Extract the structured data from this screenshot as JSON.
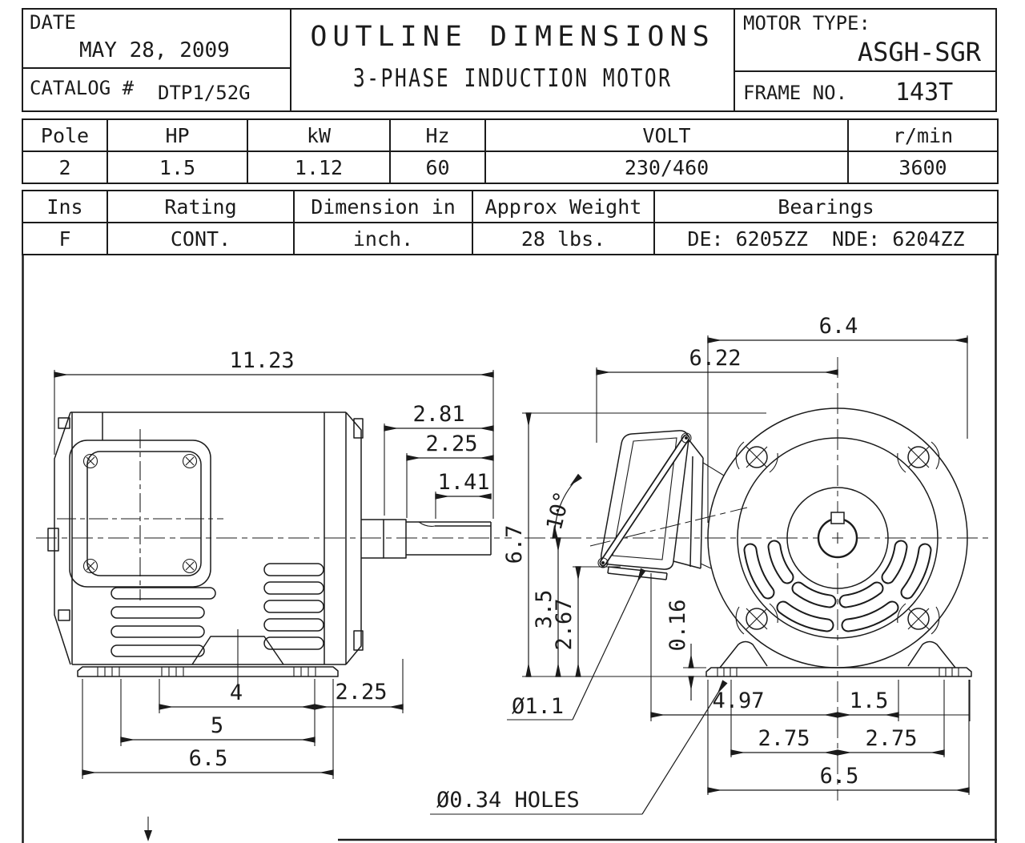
{
  "title_block": {
    "date_label": "DATE",
    "date_value": "MAY 28, 2009",
    "catalog_label": "CATALOG #",
    "catalog_value": "DTP1/52G",
    "main_title": "OUTLINE DIMENSIONS",
    "subtitle": "3-PHASE INDUCTION MOTOR",
    "motor_type_label": "MOTOR TYPE:",
    "motor_type_value": "ASGH-SGR",
    "frame_label": "FRAME NO.",
    "frame_value": "143T"
  },
  "spec_table_1": {
    "headers": [
      "Pole",
      "HP",
      "kW",
      "Hz",
      "VOLT",
      "r/min"
    ],
    "values": [
      "2",
      "1.5",
      "1.12",
      "60",
      "230/460",
      "3600"
    ]
  },
  "spec_table_2": {
    "headers": [
      "Ins",
      "Rating",
      "Dimension in",
      "Approx Weight",
      "Bearings"
    ],
    "values": [
      "F",
      "CONT.",
      "inch.",
      "28 lbs.",
      "DE: 6205ZZ  NDE: 6204ZZ"
    ]
  },
  "side_view": {
    "dims": {
      "overall_length": "11.23",
      "shaft_total": "2.81",
      "shaft_ext": "2.25",
      "key_length": "1.41",
      "foot_hole_span": "4",
      "foot_span": "5",
      "base_length": "6.5",
      "rear_overhang": "2.25"
    }
  },
  "end_view": {
    "dims": {
      "overall_width": "6.4",
      "box_to_center": "6.22",
      "overall_height": "6.7",
      "box_angle": "10°",
      "center_height": "3.5",
      "box_bottom_height": "2.67",
      "pad_thickness": "0.16",
      "conduit_hole": "Ø1.1",
      "hole_to_center": "4.97",
      "hole_offset": "1.5",
      "hole_left": "2.75",
      "hole_right": "2.75",
      "base_width": "6.5",
      "holes_note": "Ø0.34 HOLES"
    }
  }
}
